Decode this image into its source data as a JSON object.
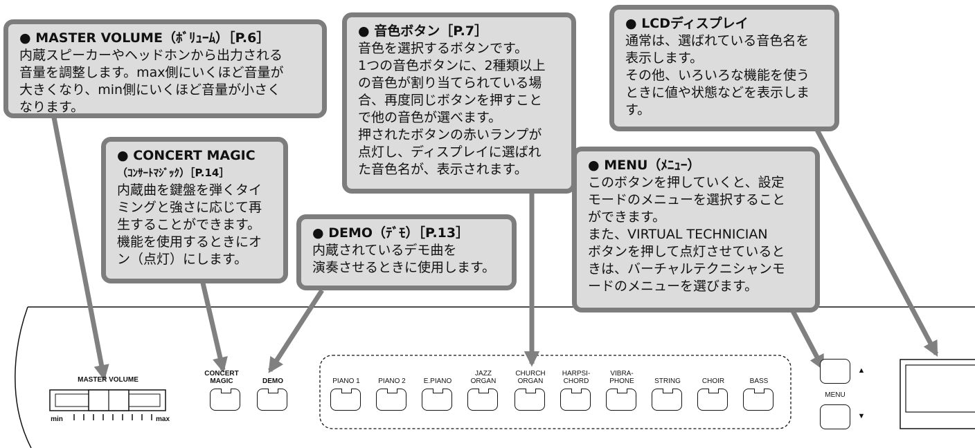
{
  "callouts": {
    "master_volume": {
      "title": "● MASTER VOLUME（ﾎﾞﾘｭｰﾑ）［P.6］",
      "body": "内蔵スピーカーやヘッドホンから出力される\n音量を調整します。max側にいくほど音量が\n大きくなり、min側にいくほど音量が小さく\nなります。"
    },
    "concert_magic": {
      "title": "● CONCERT MAGIC",
      "subtitle": "（ｺﾝｻｰﾄﾏｼﾞｯｸ）［P.14］",
      "body": "内蔵曲を鍵盤を弾くタイ\nミングと強さに応じて再\n生することができます。\n機能を使用するときにオ\nン（点灯）にします。"
    },
    "demo": {
      "title": "● DEMO（ﾃﾞﾓ）［P.13］",
      "body": "内蔵されているデモ曲を\n演奏させるときに使用します。"
    },
    "sound": {
      "title": "● 音色ボタン［P.7］",
      "body": "音色を選択するボタンです。\n1つの音色ボタンに、2種類以上\nの音色が割り当てられている場\n合、再度同じボタンを押すこと\nで他の音色が選べます。\n押されたボタンの赤いランプが\n点灯し、ディスプレイに選ばれ\nた音色名が、表示されます。"
    },
    "lcd": {
      "title": "● LCDディスプレイ",
      "body": "通常は、選ばれている音色名を\n表示します。\nその他、いろいろな機能を使う\nときに値や状態などを表示しま\nす。"
    },
    "menu": {
      "title": "● MENU（ﾒﾆｭｰ）",
      "body": "このボタンを押していくと、設定\nモードのメニューを選択すること\nができます。\nまた、VIRTUAL TECHNICIAN\nボタンを押して点灯させていると\nきは、バーチャルテクニシャンモ\nードのメニューを選びます。"
    }
  },
  "panel": {
    "master_volume_label": "MASTER VOLUME",
    "min_label": "min",
    "max_label": "max",
    "concert_magic_label": "CONCERT\nMAGIC",
    "demo_label": "DEMO",
    "menu_label": "MENU",
    "up_arrow": "▲",
    "down_arrow": "▼",
    "sound_buttons": [
      "PIANO 1",
      "PIANO 2",
      "E.PIANO",
      "JAZZ\nORGAN",
      "CHURCH\nORGAN",
      "HARPSI-\nCHORD",
      "VIBRA-\nPHONE",
      "STRING",
      "CHOIR",
      "BASS"
    ]
  },
  "colors": {
    "callout_fill": "#dcdcdc",
    "callout_border": "#7d7d7d",
    "arrow": "#808080"
  }
}
